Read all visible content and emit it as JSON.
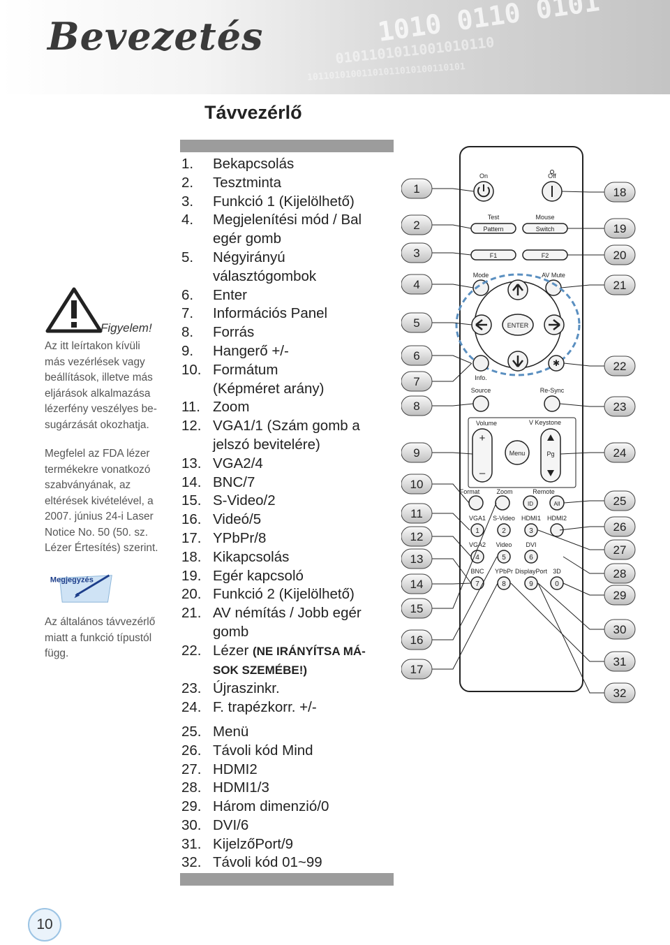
{
  "header": {
    "title": "Bevezetés"
  },
  "section": {
    "title": "Távvezérlő"
  },
  "warning": {
    "title": "Figyelem!",
    "lines": [
      "Az itt leírtakon kívüli",
      "más vezérlések vagy",
      "beállítások, illetve más",
      "eljárások alkalmazása",
      "lézerfény veszélyes be-",
      "sugárzását okozhatja."
    ]
  },
  "fda": {
    "lines": [
      "Megfelel az FDA lézer",
      "termékekre vonatkozó",
      "szabványának, az",
      "eltérések kivételével, a",
      "2007. június 24-i Laser",
      "Notice No. 50 (50. sz.",
      "Lézer Értesítés) szerint."
    ]
  },
  "note": {
    "label": "Megjegyzés",
    "lines": [
      "Az általános távvezérlő",
      "miatt a funkció típustól",
      "függ."
    ]
  },
  "functions": [
    {
      "num": "1.",
      "lines": [
        "Bekapcsolás"
      ]
    },
    {
      "num": "2.",
      "lines": [
        "Tesztminta"
      ]
    },
    {
      "num": "3.",
      "lines": [
        "Funkció 1 (Kijelölhető)"
      ]
    },
    {
      "num": "4.",
      "lines": [
        "Megjelenítési mód / Bal",
        "egér gomb"
      ]
    },
    {
      "num": "5.",
      "lines": [
        "Négyirányú",
        "választógombok"
      ]
    },
    {
      "num": "6.",
      "lines": [
        "Enter"
      ]
    },
    {
      "num": "7.",
      "lines": [
        "Információs Panel"
      ]
    },
    {
      "num": "8.",
      "lines": [
        "Forrás"
      ]
    },
    {
      "num": "9.",
      "lines": [
        "Hangerő +/-"
      ]
    },
    {
      "num": "10.",
      "lines": [
        "Formátum",
        "(Képméret arány)"
      ]
    },
    {
      "num": "11.",
      "lines": [
        "Zoom"
      ]
    },
    {
      "num": "12.",
      "lines": [
        "VGA1/1 (Szám gomb a",
        "jelszó bevitelére)"
      ]
    },
    {
      "num": "13.",
      "lines": [
        "VGA2/4"
      ]
    },
    {
      "num": "14.",
      "lines": [
        "BNC/7"
      ]
    },
    {
      "num": "15.",
      "lines": [
        "S-Video/2"
      ]
    },
    {
      "num": "16.",
      "lines": [
        "Videó/5"
      ]
    },
    {
      "num": "17.",
      "lines": [
        "YPbPr/8"
      ]
    },
    {
      "num": "18.",
      "lines": [
        "Kikapcsolás"
      ]
    },
    {
      "num": "19.",
      "lines": [
        "Egér kapcsoló"
      ]
    },
    {
      "num": "20.",
      "lines": [
        "Funkció 2 (Kijelölhető)"
      ]
    },
    {
      "num": "21.",
      "lines": [
        "AV némítás / Jobb egér",
        "gomb"
      ]
    },
    {
      "num": "22.",
      "lines": [
        "Lézer "
      ],
      "bold1": "(NE IRÁNYÍTSA MÁ-",
      "bold2": "SOK SZEMÉBE!)"
    },
    {
      "num": "23.",
      "lines": [
        "Újraszinkr."
      ]
    },
    {
      "num": "24.",
      "lines": [
        "F. trapézkorr. +/-"
      ]
    },
    {
      "num": "25.",
      "lines": [
        "Menü"
      ]
    },
    {
      "num": "26.",
      "lines": [
        "Távoli kód Mind"
      ]
    },
    {
      "num": "27.",
      "lines": [
        "HDMI2"
      ]
    },
    {
      "num": "28.",
      "lines": [
        "HDMI1/3"
      ]
    },
    {
      "num": "29.",
      "lines": [
        "Három dimenzió/0"
      ]
    },
    {
      "num": "30.",
      "lines": [
        "DVI/6"
      ]
    },
    {
      "num": "31.",
      "lines": [
        "KijelzőPort/9"
      ]
    },
    {
      "num": "32.",
      "lines": [
        "Távoli kód 01~99"
      ]
    }
  ],
  "remote": {
    "labels": {
      "on": "On",
      "off": "Off",
      "test": "Test",
      "pattern": "Pattern",
      "mouse": "Mouse",
      "switch": "Switch",
      "f1": "F1",
      "f2": "F2",
      "mode": "Mode",
      "av_mute": "AV Mute",
      "enter": "ENTER",
      "info": "Info.",
      "source": "Source",
      "resync": "Re-Sync",
      "volume": "Volume",
      "v_keystone": "V Keystone",
      "plus": "+",
      "minus": "–",
      "menu": "Menu",
      "pg": "Pg",
      "format": "Format",
      "zoom": "Zoom",
      "remote_lbl": "Remote",
      "id": "ID",
      "all": "All",
      "vga1": "VGA1",
      "svideo": "S-Video",
      "hdmi1": "HDMI1",
      "hdmi2": "HDMI2",
      "vga2": "VGA2",
      "video": "Video",
      "dvi": "DVI",
      "bnc": "BNC",
      "ypbpr": "YPbPr",
      "displayport": "DisplayPort",
      "threed": "3D",
      "n1": "1",
      "n2": "2",
      "n3": "3",
      "n4": "4",
      "n5": "5",
      "n6": "6",
      "n7": "7",
      "n8": "8",
      "n9": "9",
      "n0": "0"
    },
    "callouts_left": [
      "1",
      "2",
      "3",
      "4",
      "5",
      "6",
      "7",
      "8",
      "9",
      "10",
      "11",
      "12",
      "13",
      "14",
      "15",
      "16",
      "17"
    ],
    "callouts_right": [
      "18",
      "19",
      "20",
      "21",
      "22",
      "23",
      "24",
      "25",
      "26",
      "27",
      "28",
      "29",
      "30",
      "31",
      "32"
    ]
  },
  "footer": {
    "page_number": "10"
  }
}
